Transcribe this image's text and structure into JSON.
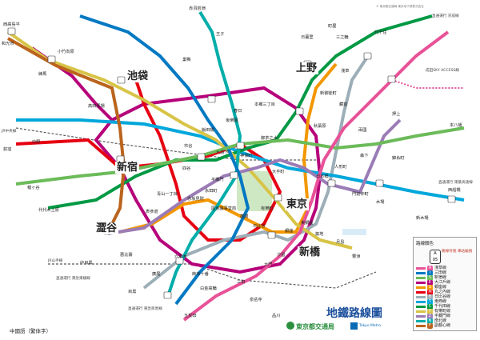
{
  "map": {
    "title": "地鐵路線圖",
    "operator_toei": "東京都交通局",
    "operator_metro": "Tokyo Metro",
    "language_note": "中國語（繁体字）",
    "copyright": "© 東京都交通局 東京地下鉄株式会社",
    "hubs": {
      "ikebukuro": "池袋",
      "ueno": "上野",
      "shinjuku": "新宿",
      "tokyo": "東京",
      "shibuya": "澀谷",
      "shinbashi": "新橋"
    },
    "stations": {
      "nishitakashimadaira": "西高島平",
      "wako": "和光市",
      "kotake": "小竹向原",
      "nerima": "練馬",
      "nakano": "中野",
      "ogikubo": "荻窪",
      "hatagaya": "幡ヶ谷",
      "yoyogi_uehara": "代代木上原",
      "nakameguro": "中目黒",
      "meguro": "目黒",
      "gotanda": "五反田",
      "oshiage": "押上",
      "nishifunabashi": "西船橋",
      "honjo": "本八幡",
      "akabane": "赤羽岩淵",
      "oji": "王子",
      "kitasenju": "北千住",
      "asakusa": "淺草",
      "kinshicho": "錦糸町",
      "monzen": "門前仲町",
      "toyosu": "豐洲",
      "shinkiba": "新木場",
      "tsukishima": "月島",
      "nihonbashi": "日本橋",
      "otemachi": "大手町",
      "kasumigaseki": "霞關",
      "akasaka": "赤坂見附",
      "roppongi": "六本木",
      "azabu": "麻布十番",
      "shirokane": "白金高輪",
      "mita": "三田",
      "hiroo": "廣尾",
      "omotesando": "表參道",
      "aoyama": "青山一丁目",
      "yotsuya": "四谷",
      "iidabashi": "飯田橋",
      "korakuen": "後樂園",
      "kasuga": "春日",
      "sugamo": "巢鴨",
      "ginza": "銀座",
      "hibiya": "日比谷",
      "tsukiji": "築地",
      "ningyocho": "人形町",
      "akihabara": "秋葉原",
      "ochanomizu": "御茶之水",
      "jinbocho": "神保町",
      "kudanshita": "九段下",
      "ichigaya": "市谷",
      "hongo": "本鄉三丁目",
      "hanzomon": "半藏門",
      "nagatacho": "永田町",
      "kokkai": "國會議事堂前",
      "daimon": "大門",
      "sengakuji": "泉岳寺",
      "shinagawa": "品川",
      "ebisu": "惠比壽",
      "takadanobaba": "高田馬場",
      "higashi_ginza": "東銀座",
      "kiba": "木場",
      "ryogoku": "兩國",
      "morishita": "森下",
      "kuramae": "藏前",
      "minowa": "三之輪",
      "nippori": "日暮里",
      "machiya": "町屋",
      "shiodome": "汐留",
      "yurakucho": "有樂町",
      "shin_okachimachi": "新御徒町"
    },
    "notes": {
      "mita_line": "直通運行 東急目黒線",
      "fukutoshin_dir": "直通運行 東急東橫線",
      "tozai_dir": "直通運行 東葉高速線",
      "asakusa_dir": "直通運行 京成線",
      "skyaccess": "成田SKY ACCESS線",
      "jr_chuo": "JR中央線",
      "jr_yamanote": "JR山手線"
    },
    "legend": {
      "title": "路線顏色",
      "sample_label": "A\n05",
      "sample_note": "路線符號 車站編號",
      "lines": [
        {
          "code": "A",
          "name": "淺草線",
          "color": "#e85298"
        },
        {
          "code": "I",
          "name": "三田線",
          "color": "#0079c2"
        },
        {
          "code": "S",
          "name": "新宿線",
          "color": "#6cbb5a"
        },
        {
          "code": "E",
          "name": "大江戶線",
          "color": "#b6007a"
        },
        {
          "code": "G",
          "name": "銀座線",
          "color": "#f39700"
        },
        {
          "code": "M",
          "name": "丸之內線",
          "color": "#e60012"
        },
        {
          "code": "H",
          "name": "日比谷線",
          "color": "#9caeb7"
        },
        {
          "code": "T",
          "name": "東西線",
          "color": "#00a7db"
        },
        {
          "code": "C",
          "name": "千代田線",
          "color": "#009944"
        },
        {
          "code": "Y",
          "name": "有樂町線",
          "color": "#d7c447"
        },
        {
          "code": "Z",
          "name": "半藏門線",
          "color": "#9b7cb6"
        },
        {
          "code": "N",
          "name": "南北線",
          "color": "#00ada9"
        },
        {
          "code": "F",
          "name": "副都心線",
          "color": "#bb641d"
        }
      ]
    },
    "colors": {
      "asakusa": "#e85298",
      "mita": "#0079c2",
      "shinjuku": "#6cbb5a",
      "oedo": "#b6007a",
      "ginza": "#f39700",
      "marunouchi": "#e60012",
      "hibiya": "#9caeb7",
      "tozai": "#00a7db",
      "chiyoda": "#009944",
      "yurakucho": "#d7c447",
      "hanzomon": "#9b7cb6",
      "namboku": "#00ada9",
      "fukutoshin": "#bb641d",
      "jr": "#5a5a5a"
    }
  }
}
